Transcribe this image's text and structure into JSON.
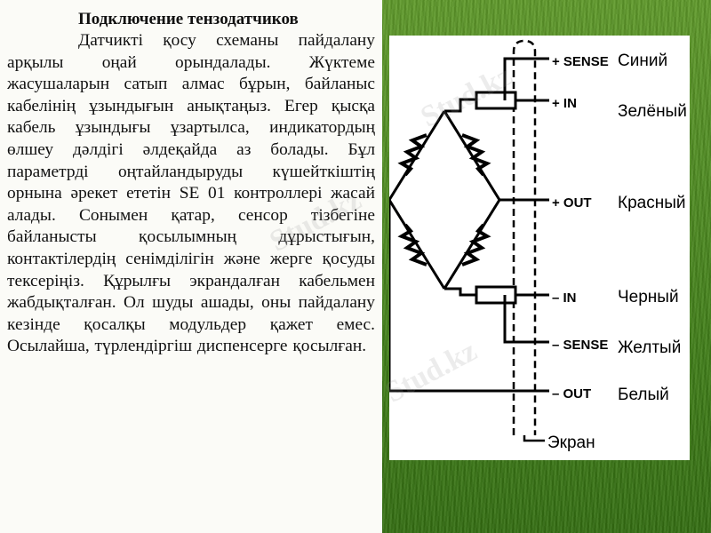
{
  "text": {
    "heading": "Подключение тензодатчиков",
    "body": "Датчикті қосу схеманы пайдалану арқылы оңай орындалады. Жүктеме жасушаларын сатып алмас бұрын, байланыс кабелінің ұзындығын анықтаңыз. Егер қысқа кабель ұзындығы ұзартылса, индикатордың өлшеу дәлдігі әлдеқайда аз болады. Бұл параметрді оңтайландыруды күшейткіштің орнына әрекет ететін SE 01 контроллері жасай алады. Сонымен қатар, сенсор тізбегіне байланысты қосылымның дұрыстығын, контактілердің сенімділігін және жерге қосуды тексеріңіз. Құрылғы экрандалған кабельмен жабдықталған. Ол шуды ашады, оны пайдалану кезінде қосалқы модульдер қажет емес. Осылайша, түрлендіргіш диспенсерге қосылған."
  },
  "diagram": {
    "terminals": [
      {
        "code": "+ SENSE",
        "color_name": "Синий"
      },
      {
        "code": "+ IN",
        "color_name": "Зелёный"
      },
      {
        "code": "+ OUT",
        "color_name": "Красный"
      },
      {
        "code": "– IN",
        "color_name": "Черный"
      },
      {
        "code": "– SENSE",
        "color_name": "Желтый"
      },
      {
        "code": "– OUT",
        "color_name": "Белый"
      }
    ],
    "shield_label": "Экран"
  },
  "watermark": "Stud.kz"
}
